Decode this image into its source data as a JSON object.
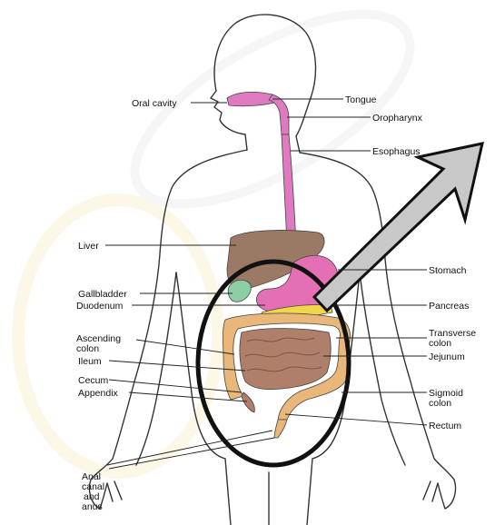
{
  "colors": {
    "background": "#ffffff",
    "outline": "#333333",
    "esophagus": "#e07ac0",
    "stomach": "#e56fb5",
    "liver": "#9a7a64",
    "gallbladder": "#8ccfa4",
    "pancreas": "#f2d64a",
    "large_intestine": "#e9b77a",
    "small_intestine": "#b07f6a",
    "arrow_fill": "#c8c8c8",
    "ellipse_stroke": "#111111"
  },
  "labels": {
    "oral_cavity": "Oral cavity",
    "tongue": "Tongue",
    "oropharynx": "Oropharynx",
    "esophagus": "Esophagus",
    "liver": "Liver",
    "stomach": "Stomach",
    "gallbladder": "Gallbladder",
    "duodenum": "Duodenum",
    "pancreas": "Pancreas",
    "ascending_colon_1": "Ascending",
    "ascending_colon_2": "colon",
    "transverse_colon_1": "Transverse",
    "transverse_colon_2": "colon",
    "ileum": "Ileum",
    "jejunum": "Jejunum",
    "cecum": "Cecum",
    "appendix": "Appendix",
    "sigmoid_colon_1": "Sigmoid",
    "sigmoid_colon_2": "colon",
    "rectum": "Rectum",
    "anal_1": "Anal",
    "anal_2": "canal",
    "anal_3": "and",
    "anal_4": "anus"
  }
}
